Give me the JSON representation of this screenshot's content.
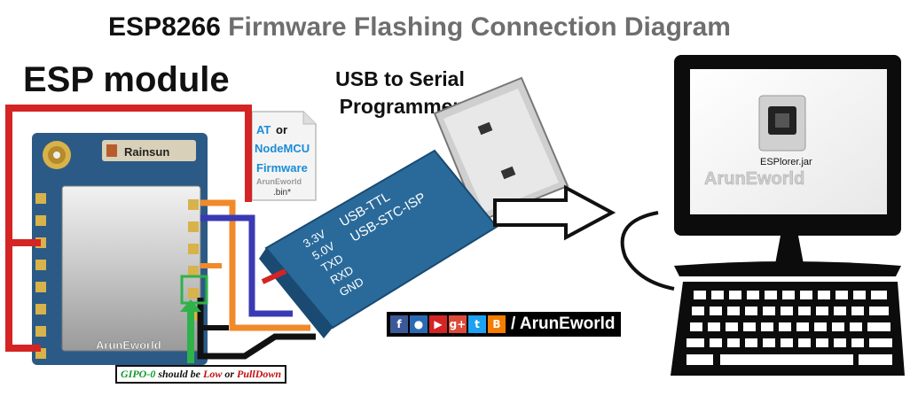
{
  "title": {
    "part1": "ESP8266",
    "part2": "Firmware Flashing Connection Diagram"
  },
  "labels": {
    "esp_module": "ESP module",
    "usb_line1": "USB to Serial",
    "usb_line2": "Programmer"
  },
  "esp_board": {
    "brand": "Rainsun",
    "watermark": "ArunEworld"
  },
  "firmware_file": {
    "line1a": "AT",
    "line1b": "or",
    "line2": "NodeMCU",
    "line3": "Firmware",
    "watermark": "ArunEworld",
    "ext": ".bin*"
  },
  "programmer": {
    "pins": [
      "3.3V",
      "5.0V",
      "TXD",
      "RXD",
      "GND"
    ],
    "label1": "USB-TTL",
    "label2": "USB-STC-ISP"
  },
  "computer": {
    "app_name": "ESPlorer.jar",
    "watermark": "ArunEworld"
  },
  "social": {
    "text": "/ ArunEworld",
    "icons": [
      "facebook-icon",
      "community-icon",
      "youtube-icon",
      "google-plus-icon",
      "twitter-icon",
      "blogger-icon"
    ]
  },
  "note": {
    "part1": "GIPO-0",
    "part2": "should be",
    "part3": "Low",
    "part4": "or",
    "part5": "PullDown"
  },
  "colors": {
    "red_wire": "#d42424",
    "orange_wire": "#f08a2a",
    "blue_wire": "#3a3ab4",
    "black_wire": "#111111",
    "green_arrow": "#2fb24a",
    "programmer_body": "#2a6a9a",
    "pcb": "#2c5a86",
    "monitor": "#0c0c0c"
  }
}
